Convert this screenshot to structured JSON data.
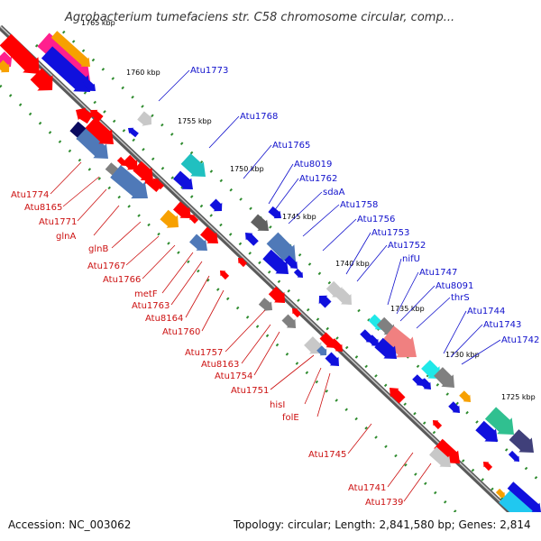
{
  "title": "Agrobacterium tumefaciens str. C58 chromosome circular, comp...",
  "footer": {
    "accession": "Accession: NC_003062",
    "topology": "Topology: circular; Length: 2,841,580 bp; Genes: 2,814"
  },
  "colors": {
    "backbone": "#808080",
    "forward_label": "#1010cc",
    "reverse_label": "#cc1010",
    "dots": "#2e8b2e"
  },
  "kbp_ticks": [
    "1765 kbp",
    "1760 kbp",
    "1755 kbp",
    "1750 kbp",
    "1745 kbp",
    "1740 kbp",
    "1735 kbp",
    "1730 kbp",
    "1725 kbp"
  ],
  "forward_labels": [
    "Atu1773",
    "Atu1768",
    "Atu1765",
    "Atu8019",
    "Atu1762",
    "sdaA",
    "Atu1758",
    "Atu1756",
    "Atu1753",
    "Atu1752",
    "nifU",
    "Atu1747",
    "Atu8091",
    "thrS",
    "Atu1744",
    "Atu1743",
    "Atu1742"
  ],
  "reverse_labels": [
    "Atu1774",
    "Atu8165",
    "Atu1771",
    "glnA",
    "glnB",
    "Atu1767",
    "Atu1766",
    "metF",
    "Atu1763",
    "Atu8164",
    "Atu1760",
    "Atu1757",
    "Atu8163",
    "Atu1754",
    "Atu1751",
    "hisI",
    "folE",
    "Atu1745",
    "Atu1741",
    "Atu1739"
  ]
}
